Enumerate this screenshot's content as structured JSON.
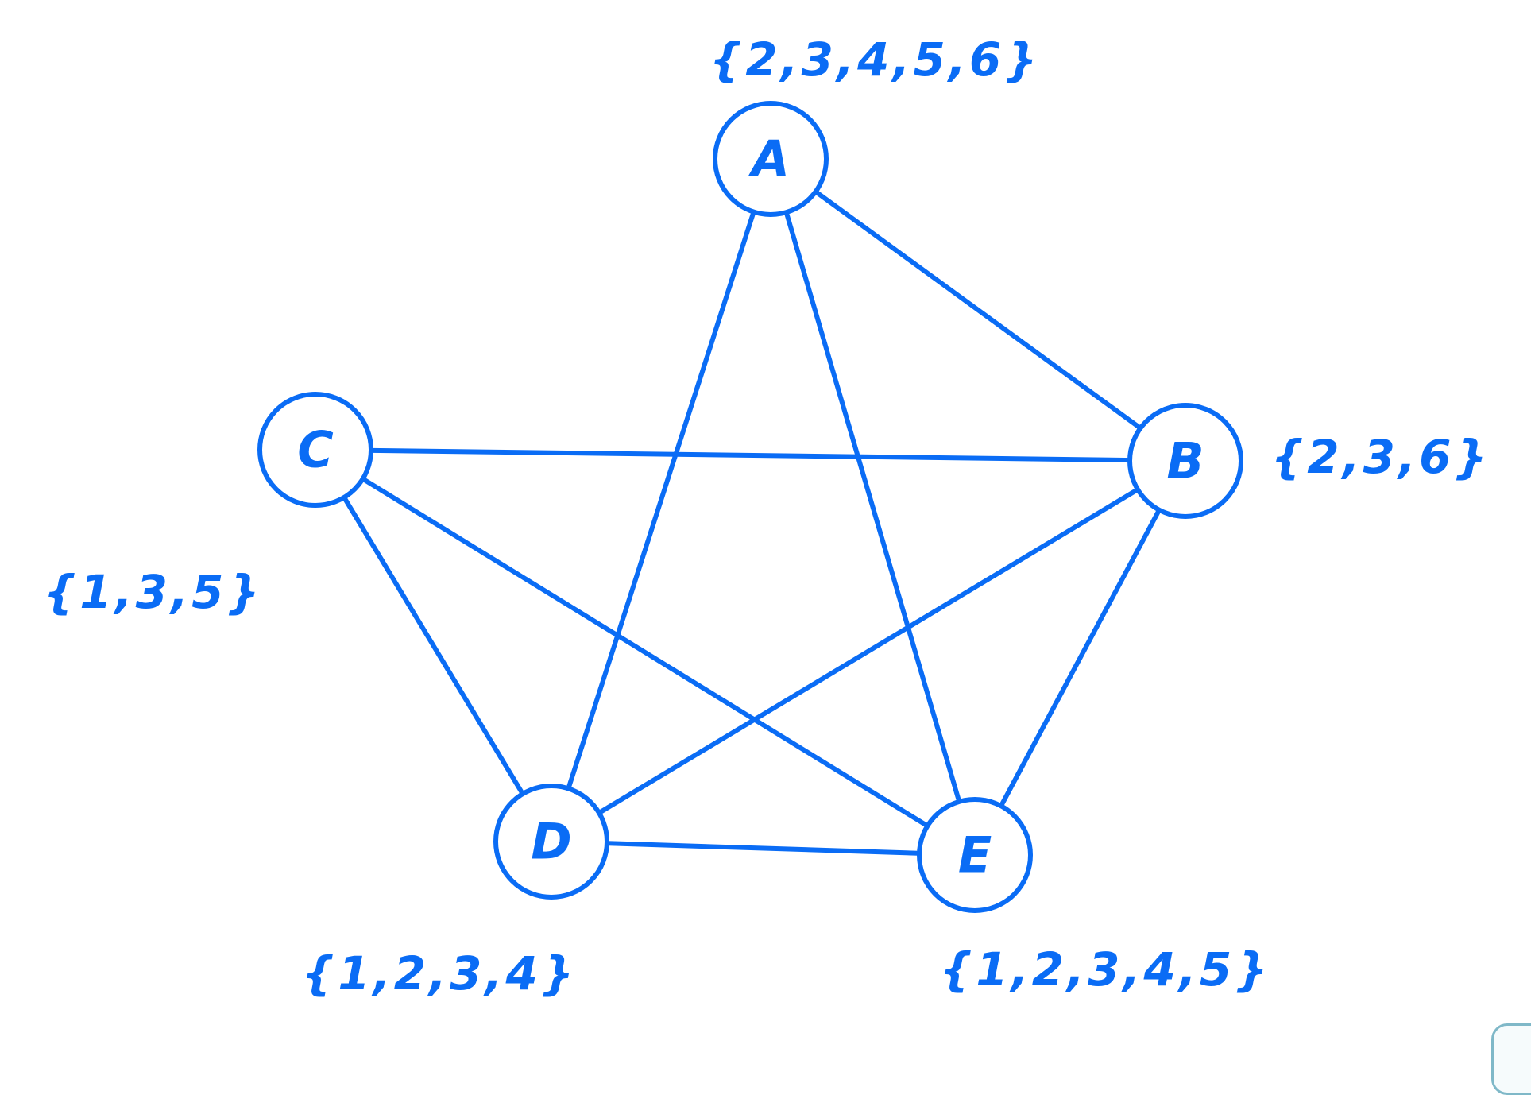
{
  "diagram": {
    "stroke_color": "#0a6cf5",
    "nodes": [
      {
        "id": "A",
        "label": "A",
        "set": "{2,3,4,5,6}"
      },
      {
        "id": "B",
        "label": "B",
        "set": "{2,3,6}"
      },
      {
        "id": "C",
        "label": "C",
        "set": "{1,3,5}"
      },
      {
        "id": "D",
        "label": "D",
        "set": "{1,2,3,4}"
      },
      {
        "id": "E",
        "label": "E",
        "set": "{1,2,3,4,5}"
      }
    ],
    "edges": [
      [
        "A",
        "B"
      ],
      [
        "A",
        "D"
      ],
      [
        "A",
        "E"
      ],
      [
        "B",
        "C"
      ],
      [
        "B",
        "D"
      ],
      [
        "B",
        "E"
      ],
      [
        "C",
        "D"
      ],
      [
        "C",
        "E"
      ],
      [
        "D",
        "E"
      ]
    ]
  }
}
